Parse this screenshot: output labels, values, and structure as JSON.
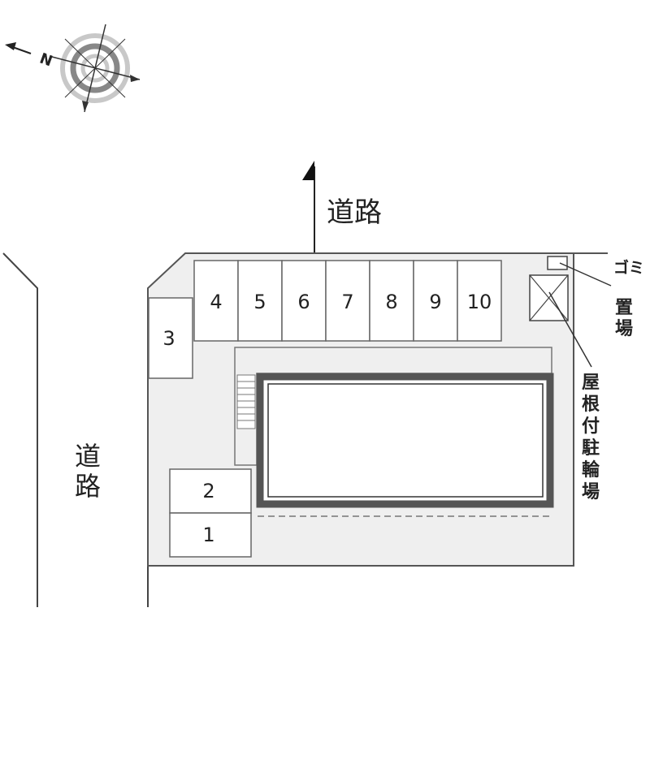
{
  "compass": {
    "north_label": "N"
  },
  "roads": {
    "top_label": "道路",
    "left_label_line1": "道",
    "left_label_line2": "路"
  },
  "parking": {
    "top_row": [
      "4",
      "5",
      "6",
      "7",
      "8",
      "9",
      "10"
    ],
    "left_single": "3",
    "bottom_left": [
      "2",
      "1"
    ]
  },
  "facilities": {
    "garbage_label_line1": "ゴミ",
    "garbage_label_line2": "置",
    "garbage_label_line3": "場",
    "bicycle_label": [
      "屋",
      "根",
      "付",
      "駐",
      "輪",
      "場"
    ]
  },
  "colors": {
    "lot": "#efefef",
    "building_wall": "#555555",
    "line": "#333333"
  }
}
